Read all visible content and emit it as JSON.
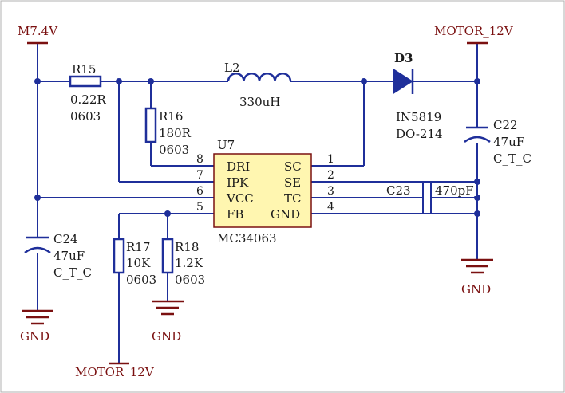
{
  "nets": {
    "m74v": "M7.4V",
    "motor_top": "MOTOR_12V",
    "motor_bottom": "MOTOR_12V",
    "gnd_c24": "GND",
    "gnd_r18": "GND",
    "gnd_right": "GND"
  },
  "r15": {
    "ref": "R15",
    "value": "0.22R",
    "package": "0603"
  },
  "r16": {
    "ref": "R16",
    "value": "180R",
    "package": "0603"
  },
  "r17": {
    "ref": "R17",
    "value": "10K",
    "package": "0603"
  },
  "r18": {
    "ref": "R18",
    "value": "1.2K",
    "package": "0603"
  },
  "l2": {
    "ref": "L2",
    "value": "330uH"
  },
  "d3": {
    "ref": "D3",
    "value": "IN5819",
    "package": "DO-214"
  },
  "c22": {
    "ref": "C22",
    "value": "47uF",
    "package": "C_T_C"
  },
  "c23": {
    "ref": "C23",
    "value": "470pF"
  },
  "c24": {
    "ref": "C24",
    "value": "47uF",
    "package": "C_T_C"
  },
  "u7": {
    "ref": "U7",
    "part": "MC34063",
    "left_pins": [
      {
        "num": "8",
        "name": "DRI"
      },
      {
        "num": "7",
        "name": "IPK"
      },
      {
        "num": "6",
        "name": "VCC"
      },
      {
        "num": "5",
        "name": "FB"
      }
    ],
    "right_pins": [
      {
        "num": "1",
        "name": "SC"
      },
      {
        "num": "2",
        "name": "SE"
      },
      {
        "num": "3",
        "name": "TC"
      },
      {
        "num": "4",
        "name": "GND"
      }
    ]
  },
  "colors": {
    "wire": "#1f2f9a",
    "power_symbol": "#7a1010",
    "ic_fill": "#fff6b0"
  }
}
